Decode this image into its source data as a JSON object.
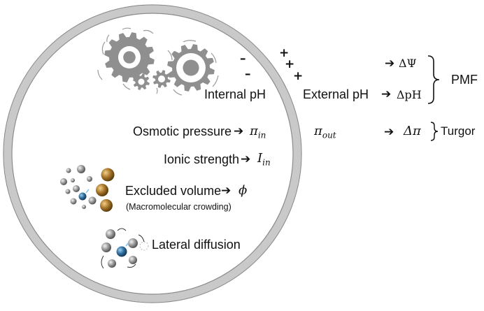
{
  "labels": {
    "internal_ph": "Internal pH",
    "external_ph": "External pH",
    "osmotic_pressure": "Osmotic pressure",
    "pi_in_base": "π",
    "pi_in_sub": "in",
    "pi_out_base": "π",
    "pi_out_sub": "out",
    "ionic_strength": "Ionic strength",
    "i_in_base": "I",
    "i_in_sub": "in",
    "excluded_volume": "Excluded volume",
    "phi": "ϕ",
    "crowding_note": "(Macromolecular crowding)",
    "lateral_diffusion": "Lateral diffusion",
    "delta_psi": "ΔΨ",
    "delta_ph": "ΔpH",
    "delta_pi": "Δπ",
    "pmf": "PMF",
    "turgor": "Turgor"
  },
  "symbols": {
    "arrow": "➔",
    "plus": "+",
    "minus": "–"
  },
  "colors": {
    "membrane": "#c9c9c9",
    "membrane_edge": "#8a8a8a",
    "gear": "#8f8f8f",
    "sphere_gray": "#9a9a9a",
    "sphere_gold": "#a7762a",
    "sphere_blue": "#2f6f9f"
  },
  "icons": [
    "gears-icon",
    "crowding-spheres-icon",
    "diffusion-spheres-icon"
  ]
}
